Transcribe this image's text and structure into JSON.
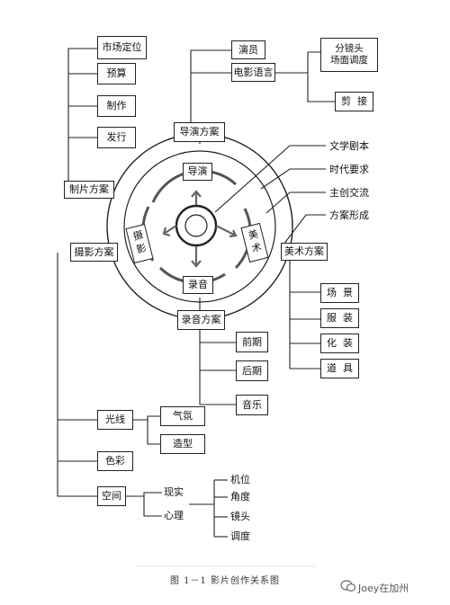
{
  "production": {
    "title": "制片方案",
    "items": [
      "市场定位",
      "预算",
      "制作",
      "发行"
    ]
  },
  "director": {
    "title": "导演方案",
    "items": [
      "演员",
      "电影语言"
    ],
    "film_language_items": [
      "分镜头\n场面调度",
      "剪  接"
    ]
  },
  "center": {
    "director": "导演",
    "sound": "录音",
    "photo": "摄影",
    "art": "美术"
  },
  "annotations": [
    "文学剧本",
    "时代要求",
    "主创交流",
    "方案形成"
  ],
  "art_plan": {
    "title": "美术方案",
    "items": [
      "场  景",
      "服  装",
      "化  装",
      "道  具"
    ]
  },
  "sound_plan": {
    "title": "录音方案",
    "items": [
      "前期",
      "后期",
      "音乐"
    ]
  },
  "photo_plan": {
    "title": "摄影方案",
    "light": "光线",
    "light_items": [
      "气氛",
      "造型"
    ],
    "color": "色彩",
    "space": "空间",
    "space_items": [
      "现实",
      "心理"
    ],
    "space_sub_items": [
      "机位",
      "角度",
      "镜头",
      "调度"
    ]
  },
  "caption": "图 1－1   影片创作关系图",
  "watermark": "Joey在加州",
  "watermark_icon": "chat-bubble-icon"
}
